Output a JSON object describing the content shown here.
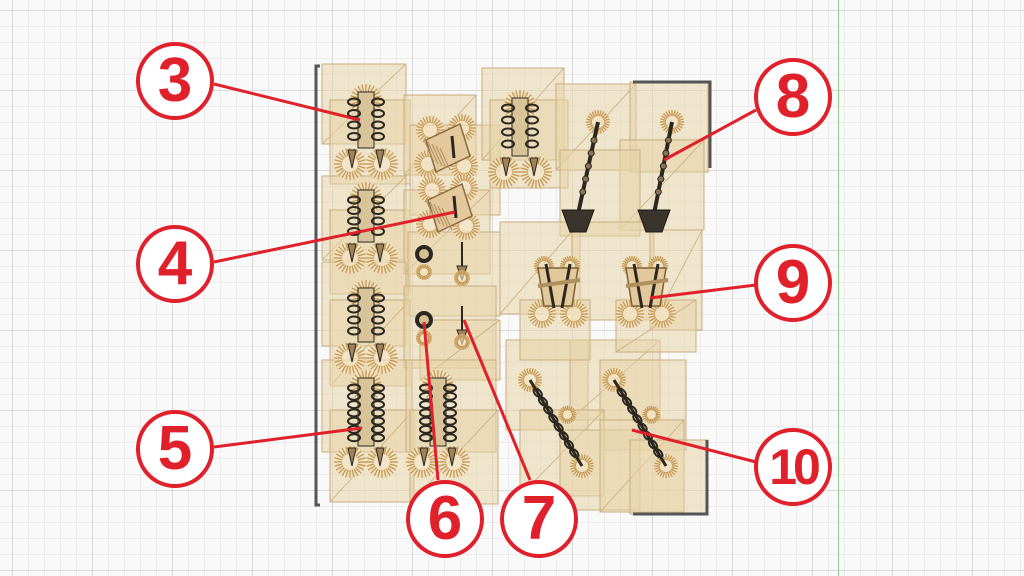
{
  "callouts": [
    {
      "id": "c3",
      "label": "3"
    },
    {
      "id": "c4",
      "label": "4"
    },
    {
      "id": "c5",
      "label": "5"
    },
    {
      "id": "c6",
      "label": "6"
    },
    {
      "id": "c7",
      "label": "7"
    },
    {
      "id": "c8",
      "label": "8"
    },
    {
      "id": "c9",
      "label": "9"
    },
    {
      "id": "c10",
      "label": "10"
    }
  ],
  "colors": {
    "accent": "#e0202a",
    "panel": "#e8d3a8",
    "panel_edge": "#c9ad7c",
    "furniture": "#2b2721",
    "flare": "#c79a55"
  }
}
